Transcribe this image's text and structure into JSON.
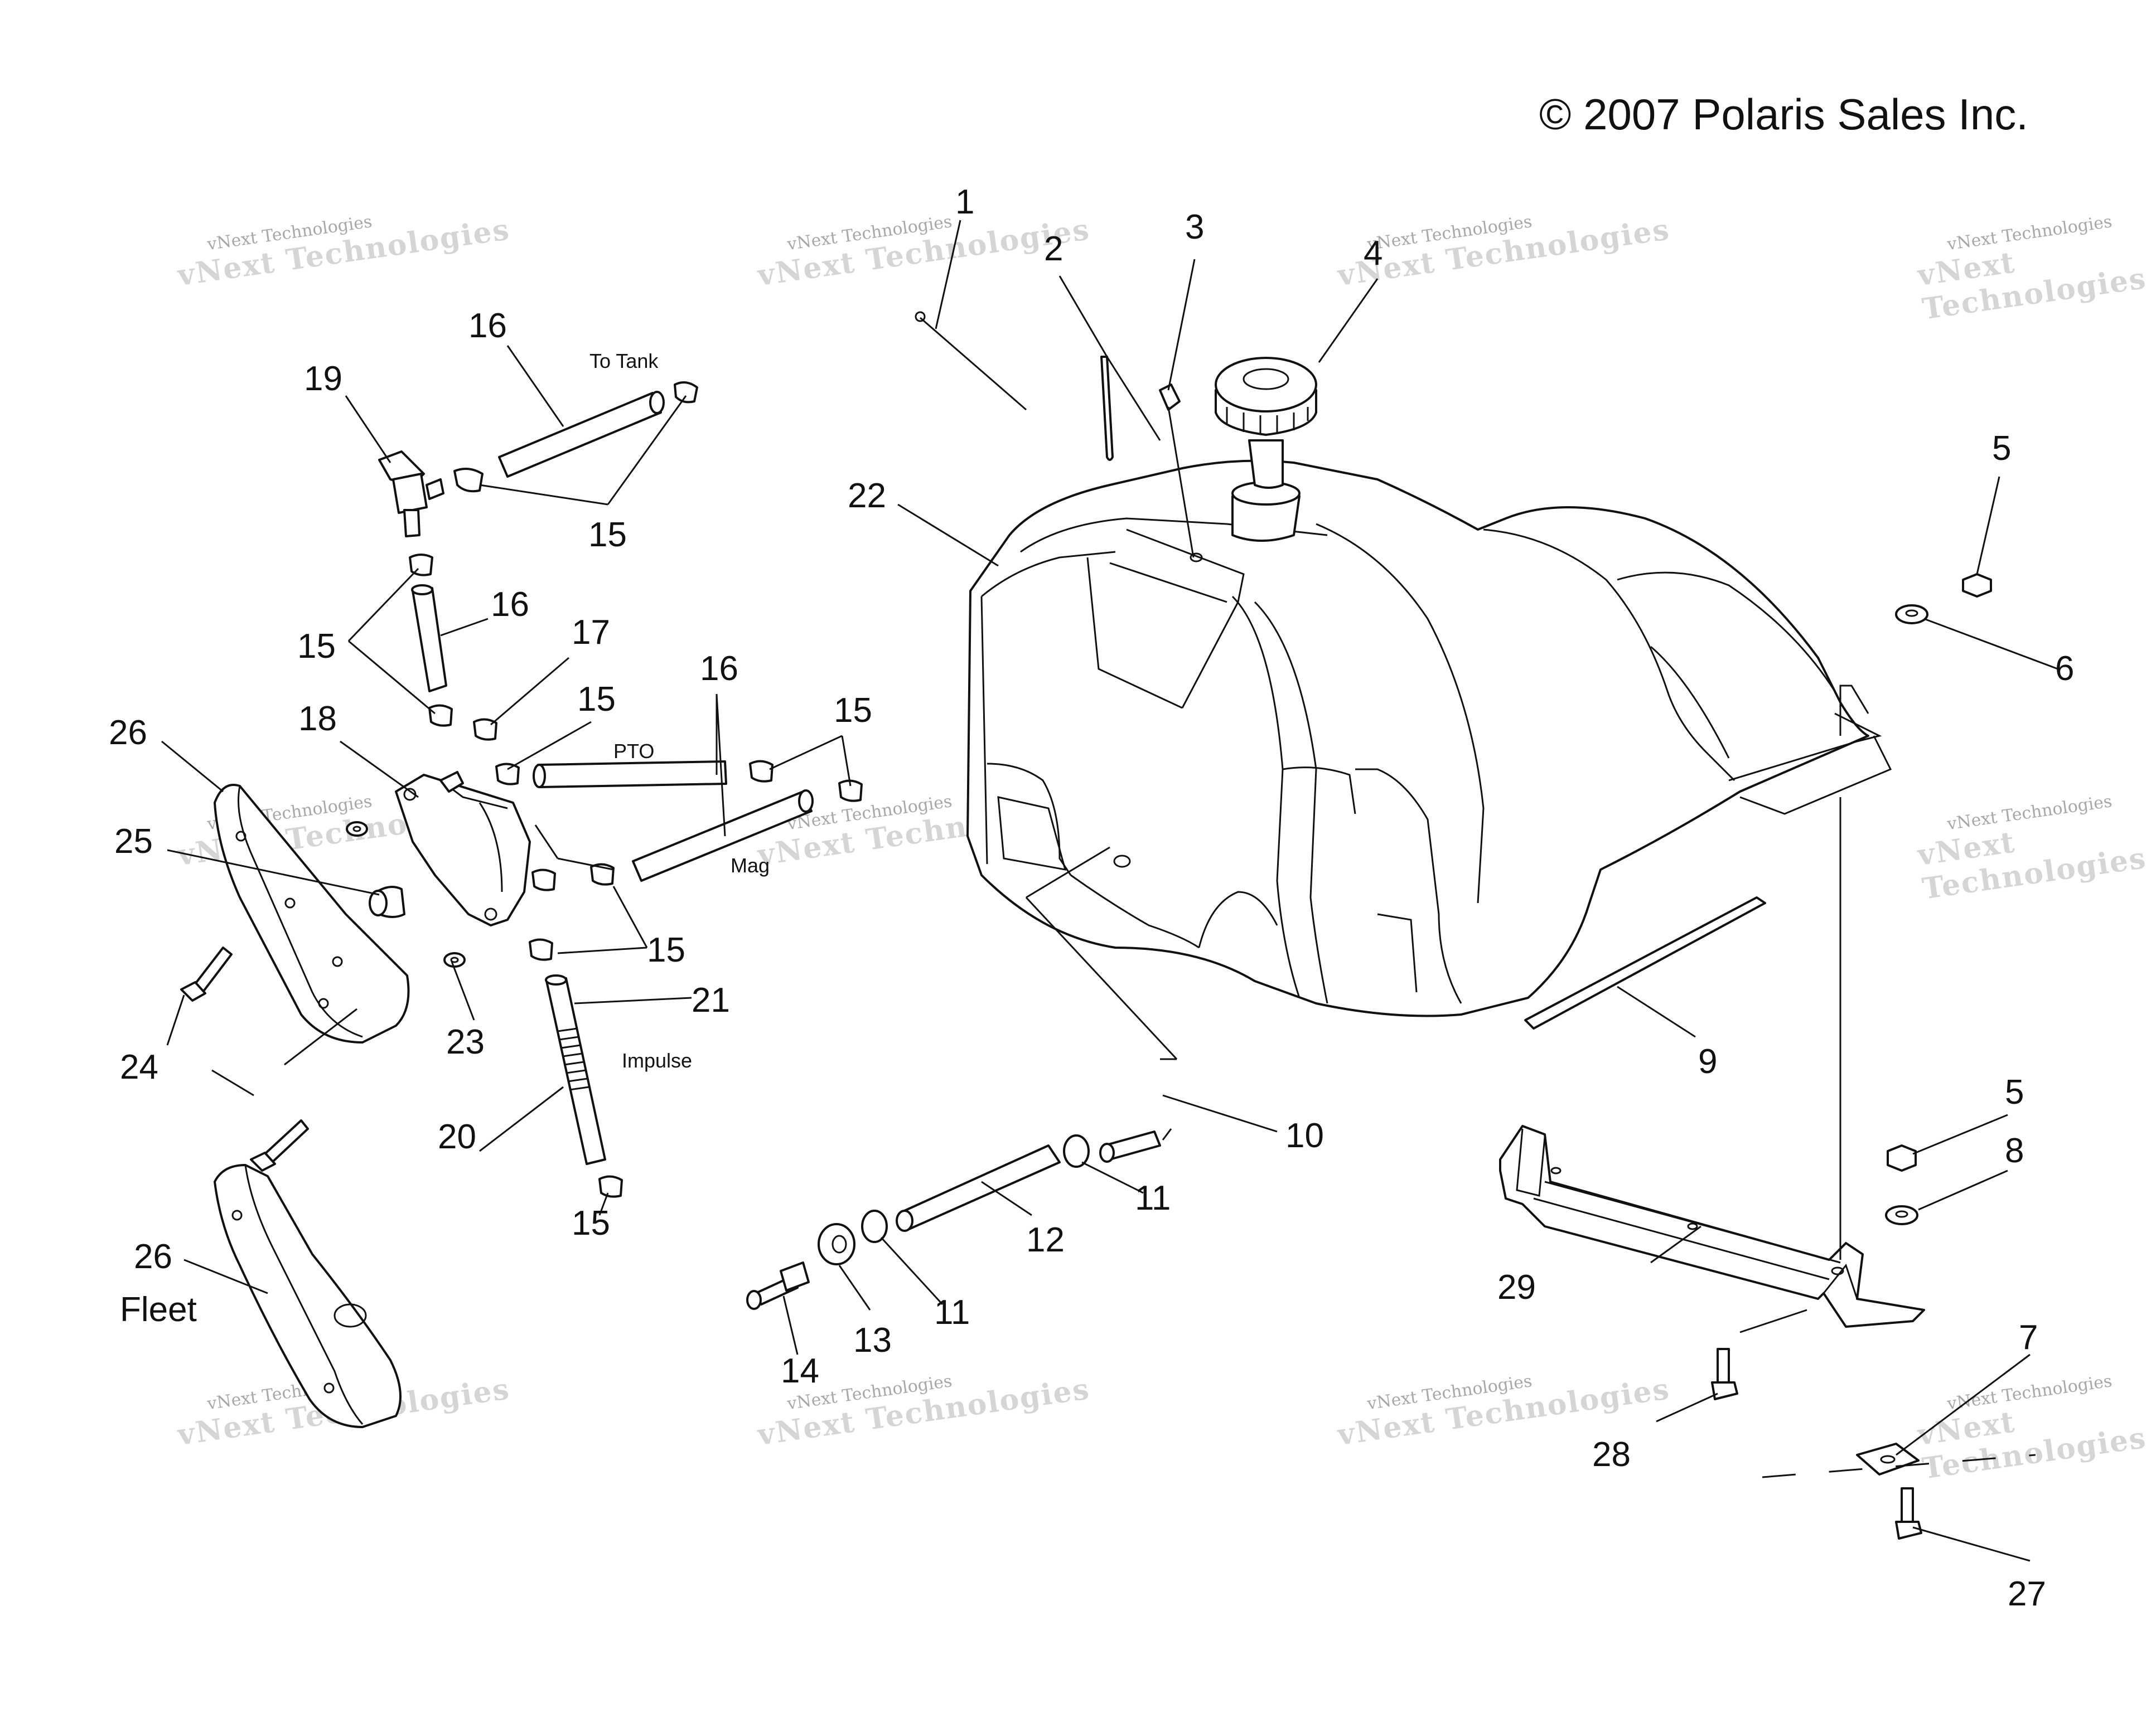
{
  "copyright": "© 2007 Polaris Sales Inc.",
  "watermark": {
    "line1": "vNext Technologies",
    "line2": "vNext Technologies"
  },
  "callouts": {
    "c1": "1",
    "c2": "2",
    "c3": "3",
    "c4": "4",
    "c5a": "5",
    "c5b": "5",
    "c6": "6",
    "c7": "7",
    "c8": "8",
    "c9": "9",
    "c10": "10",
    "c11a": "11",
    "c11b": "11",
    "c12": "12",
    "c13": "13",
    "c14": "14",
    "c15a": "15",
    "c15b": "15",
    "c15c": "15",
    "c15d": "15",
    "c15e": "15",
    "c15f": "15",
    "c16a": "16",
    "c16b": "16",
    "c16c": "16",
    "c17": "17",
    "c18": "18",
    "c19": "19",
    "c20": "20",
    "c21": "21",
    "c22": "22",
    "c23": "23",
    "c24": "24",
    "c25": "25",
    "c26a": "26",
    "c26b": "26",
    "c27": "27",
    "c28": "28",
    "c29": "29"
  },
  "notes": {
    "to_tank": "To Tank",
    "pto": "PTO",
    "mag": "Mag",
    "impulse": "Impulse",
    "fleet": "Fleet"
  }
}
